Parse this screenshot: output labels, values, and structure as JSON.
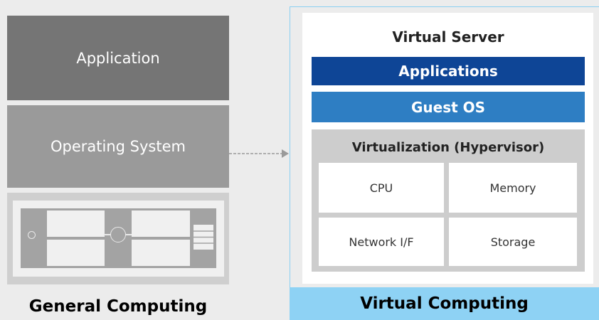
{
  "general_computing": {
    "application_label": "Application",
    "os_label": "Operating System",
    "caption": "General Computing"
  },
  "virtual_computing": {
    "server_title": "Virtual Server",
    "applications_label": "Applications",
    "guest_os_label": "Guest OS",
    "hypervisor_label": "Virtualization (Hypervisor)",
    "resources": [
      "CPU",
      "Memory",
      "Network I/F",
      "Storage"
    ],
    "caption": "Virtual Computing"
  },
  "colors": {
    "applications_blue": "#0e4596",
    "guest_os_blue": "#2e7ec3",
    "caption_band": "#8ed2f4",
    "app_gray": "#757575",
    "os_gray": "#9a9a9a"
  }
}
